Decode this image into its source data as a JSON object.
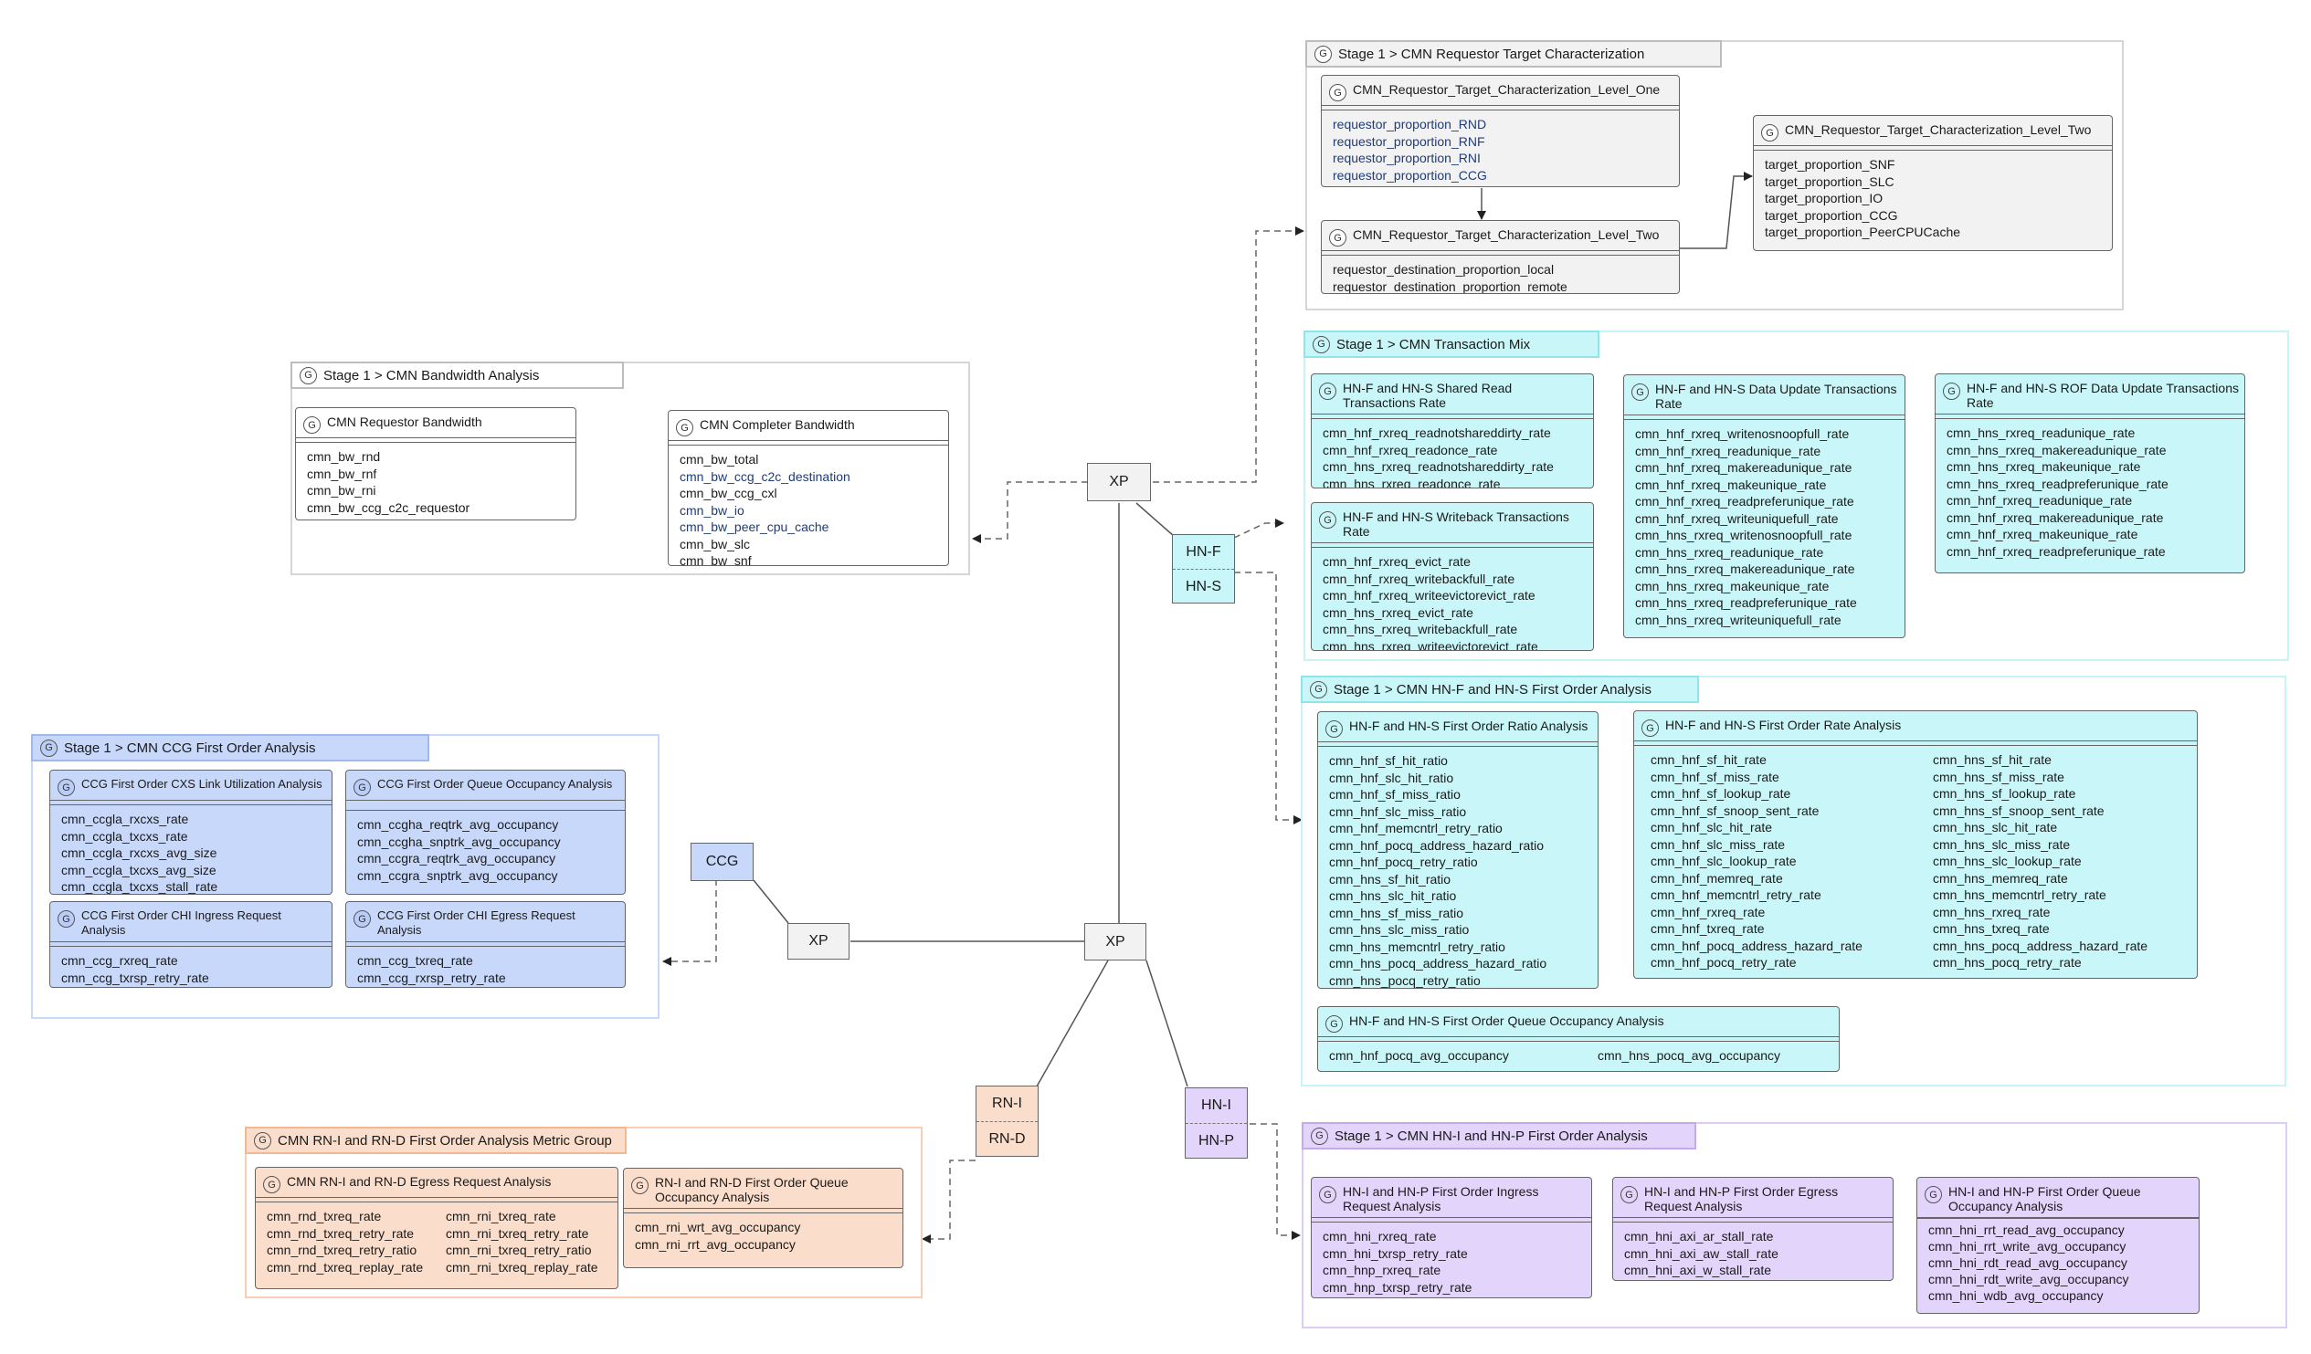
{
  "nodes": {
    "xp_top": "XP",
    "xp_center": "XP",
    "xp_left": "XP",
    "ccg": "CCG",
    "hnf": "HN-F",
    "hns": "HN-S",
    "rni": "RN-I",
    "rnd": "RN-D",
    "hni": "HN-I",
    "hnp": "HN-P"
  },
  "group_icon": "G",
  "groups": {
    "requestor_target": {
      "title": "Stage 1 > CMN Requestor Target Characterization",
      "level_one": {
        "title": "CMN_Requestor_Target_Characterization_Level_One",
        "items": [
          "requestor_proportion_RND",
          "requestor_proportion_RNF",
          "requestor_proportion_RNI",
          "requestor_proportion_CCG"
        ]
      },
      "level_two": {
        "title": "CMN_Requestor_Target_Characterization_Level_Two",
        "items": [
          "requestor_destination_proportion_local",
          "requestor_destination_proportion_remote"
        ]
      },
      "level_two_target": {
        "title": "CMN_Requestor_Target_Characterization_Level_Two",
        "items": [
          "target_proportion_SNF",
          "target_proportion_SLC",
          "target_proportion_IO",
          "target_proportion_CCG",
          "target_proportion_PeerCPUCache"
        ]
      }
    },
    "bandwidth": {
      "title": "Stage 1 > CMN Bandwidth Analysis",
      "requestor": {
        "title": "CMN  Requestor Bandwidth",
        "items": [
          "cmn_bw_rnd",
          "cmn_bw_rnf",
          "cmn_bw_rni",
          "cmn_bw_ccg_c2c_requestor"
        ]
      },
      "completer": {
        "title": "CMN Completer Bandwidth",
        "items": [
          "cmn_bw_total",
          "cmn_bw_ccg_c2c_destination",
          "cmn_bw_ccg_cxl",
          "cmn_bw_io",
          "cmn_bw_peer_cpu_cache",
          "cmn_bw_slc",
          "cmn_bw_snf"
        ]
      }
    },
    "transaction_mix": {
      "title": "Stage 1 > CMN Transaction Mix",
      "shared_read": {
        "title": "HN-F and HN-S Shared Read Transactions Rate",
        "items": [
          "cmn_hnf_rxreq_readnotshareddirty_rate",
          "cmn_hnf_rxreq_readonce_rate",
          "cmn_hns_rxreq_readnotshareddirty_rate",
          "cmn_hns_rxreq_readonce_rate"
        ]
      },
      "writeback": {
        "title": "HN-F and HN-S Writeback Transactions Rate",
        "items": [
          "cmn_hnf_rxreq_evict_rate",
          "cmn_hnf_rxreq_writebackfull_rate",
          "cmn_hnf_rxreq_writeevictorevict_rate",
          "cmn_hns_rxreq_evict_rate",
          "cmn_hns_rxreq_writebackfull_rate",
          "cmn_hns_rxreq_writeevictorevict_rate"
        ]
      },
      "data_update": {
        "title": "HN-F and HN-S Data Update Transactions Rate",
        "items": [
          "cmn_hnf_rxreq_writenosnoopfull_rate",
          "cmn_hnf_rxreq_readunique_rate",
          "cmn_hnf_rxreq_makereadunique_rate",
          "cmn_hnf_rxreq_makeunique_rate",
          "cmn_hnf_rxreq_readpreferunique_rate",
          "cmn_hnf_rxreq_writeuniquefull_rate",
          "cmn_hns_rxreq_writenosnoopfull_rate",
          "cmn_hns_rxreq_readunique_rate",
          "cmn_hns_rxreq_makereadunique_rate",
          "cmn_hns_rxreq_makeunique_rate",
          "cmn_hns_rxreq_readpreferunique_rate",
          "cmn_hns_rxreq_writeuniquefull_rate"
        ]
      },
      "rof_update": {
        "title": "HN-F and HN-S ROF Data Update Transactions Rate",
        "items": [
          "cmn_hns_rxreq_readunique_rate",
          "cmn_hns_rxreq_makereadunique_rate",
          "cmn_hns_rxreq_makeunique_rate",
          "cmn_hns_rxreq_readpreferunique_rate",
          "cmn_hnf_rxreq_readunique_rate",
          "cmn_hnf_rxreq_makereadunique_rate",
          "cmn_hnf_rxreq_makeunique_rate",
          "cmn_hnf_rxreq_readpreferunique_rate"
        ]
      }
    },
    "hn_first_order": {
      "title": "Stage 1 > CMN HN-F and HN-S First Order Analysis",
      "ratio": {
        "title": "HN-F and HN-S First Order Ratio Analysis",
        "items": [
          "cmn_hnf_sf_hit_ratio",
          "cmn_hnf_slc_hit_ratio",
          "cmn_hnf_sf_miss_ratio",
          "cmn_hnf_slc_miss_ratio",
          "cmn_hnf_memcntrl_retry_ratio",
          "cmn_hnf_pocq_address_hazard_ratio",
          "cmn_hnf_pocq_retry_ratio",
          "cmn_hns_sf_hit_ratio",
          "cmn_hns_slc_hit_ratio",
          "cmn_hns_sf_miss_ratio",
          "cmn_hns_slc_miss_ratio",
          "cmn_hns_memcntrl_retry_ratio",
          "cmn_hns_pocq_address_hazard_ratio",
          "cmn_hns_pocq_retry_ratio"
        ]
      },
      "rate": {
        "title": "HN-F and HN-S First Order Rate Analysis",
        "items": [
          "cmn_hnf_sf_hit_rate",
          "cmn_hnf_sf_miss_rate",
          "cmn_hnf_sf_lookup_rate",
          "cmn_hnf_sf_snoop_sent_rate",
          "cmn_hnf_slc_hit_rate",
          "cmn_hnf_slc_miss_rate",
          "cmn_hnf_slc_lookup_rate",
          "cmn_hnf_memreq_rate",
          "cmn_hnf_memcntrl_retry_rate",
          "cmn_hnf_rxreq_rate",
          "cmn_hnf_txreq_rate",
          "cmn_hnf_pocq_address_hazard_rate",
          "cmn_hnf_pocq_retry_rate",
          "cmn_hns_sf_hit_rate",
          "cmn_hns_sf_miss_rate",
          "cmn_hns_sf_lookup_rate",
          "cmn_hns_sf_snoop_sent_rate",
          "cmn_hns_slc_hit_rate",
          "cmn_hns_slc_miss_rate",
          "cmn_hns_slc_lookup_rate",
          "cmn_hns_memreq_rate",
          "cmn_hns_memcntrl_retry_rate",
          "cmn_hns_rxreq_rate",
          "cmn_hns_txreq_rate",
          "cmn_hns_pocq_address_hazard_rate",
          "cmn_hns_pocq_retry_rate"
        ]
      },
      "queue": {
        "title": "HN-F and HN-S First Order Queue Occupancy Analysis",
        "items": [
          "cmn_hnf_pocq_avg_occupancy",
          "cmn_hns_pocq_avg_occupancy"
        ]
      }
    },
    "ccg_first_order": {
      "title": "Stage 1 > CMN CCG First Order Analysis",
      "cxs": {
        "title": "CCG First Order CXS Link Utilization Analysis",
        "items": [
          "cmn_ccgla_rxcxs_rate",
          "cmn_ccgla_txcxs_rate",
          "cmn_ccgla_rxcxs_avg_size",
          "cmn_ccgla_txcxs_avg_size",
          "cmn_ccgla_txcxs_stall_rate"
        ]
      },
      "queue": {
        "title": "CCG First Order Queue Occupancy Analysis",
        "items": [
          "cmn_ccgha_reqtrk_avg_occupancy",
          "cmn_ccgha_snptrk_avg_occupancy",
          "cmn_ccgra_reqtrk_avg_occupancy",
          "cmn_ccgra_snptrk_avg_occupancy"
        ]
      },
      "ingress": {
        "title": "CCG First Order CHI Ingress Request Analysis",
        "items": [
          "cmn_ccg_rxreq_rate",
          "cmn_ccg_txrsp_retry_rate"
        ]
      },
      "egress": {
        "title": "CCG First Order CHI Egress Request Analysis",
        "items": [
          "cmn_ccg_txreq_rate",
          "cmn_ccg_rxrsp_retry_rate"
        ]
      }
    },
    "rn_first_order": {
      "title": "CMN RN-I and  RN-D First Order Analysis Metric Group",
      "egress": {
        "title": "CMN RN-I and RN-D Egress Request Analysis",
        "items": [
          "cmn_rnd_txreq_rate",
          "cmn_rnd_txreq_retry_rate",
          "cmn_rnd_txreq_retry_ratio",
          "cmn_rnd_txreq_replay_rate",
          "cmn_rni_txreq_rate",
          "cmn_rni_txreq_retry_rate",
          "cmn_rni_txreq_retry_ratio",
          "cmn_rni_txreq_replay_rate"
        ]
      },
      "queue": {
        "title": "RN-I and RN-D First Order Queue Occupancy Analysis",
        "items": [
          "cmn_rni_wrt_avg_occupancy",
          "cmn_rni_rrt_avg_occupancy"
        ]
      }
    },
    "hni_first_order": {
      "title": "Stage 1 > CMN HN-I and HN-P First Order Analysis",
      "ingress": {
        "title": "HN-I and HN-P First Order Ingress Request Analysis",
        "items": [
          "cmn_hni_rxreq_rate",
          "cmn_hni_txrsp_retry_rate",
          "cmn_hnp_rxreq_rate",
          "cmn_hnp_txrsp_retry_rate"
        ]
      },
      "egress": {
        "title": "HN-I and HN-P First Order Egress Request Analysis",
        "items": [
          "cmn_hni_axi_ar_stall_rate",
          "cmn_hni_axi_aw_stall_rate",
          "cmn_hni_axi_w_stall_rate"
        ]
      },
      "queue": {
        "title": "HN-I and HN-P First Order Queue Occupancy Analysis",
        "items": [
          "cmn_hni_rrt_read_avg_occupancy",
          "cmn_hni_rrt_write_avg_occupancy",
          "cmn_hni_rdt_read_avg_occupancy",
          "cmn_hni_rdt_write_avg_occupancy",
          "cmn_hni_wdb_avg_occupancy"
        ]
      }
    }
  }
}
